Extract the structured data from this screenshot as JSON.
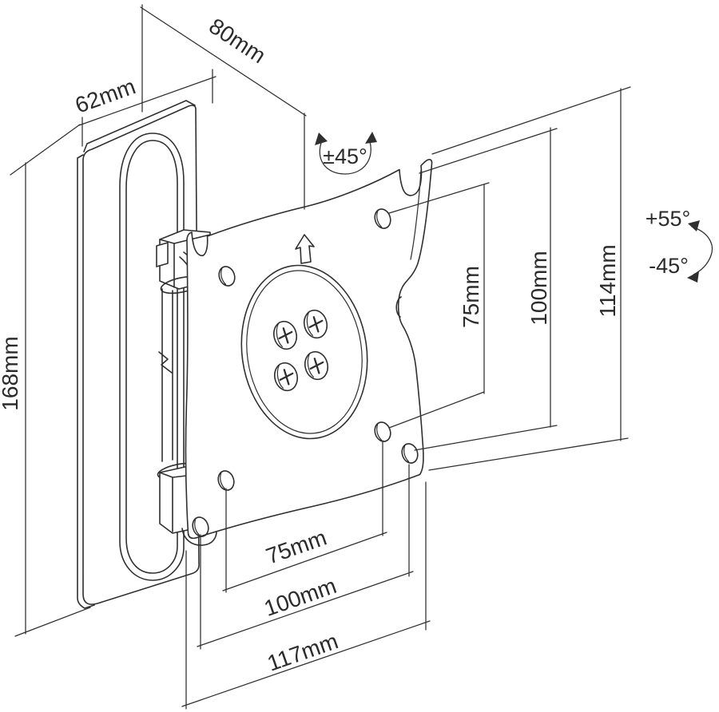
{
  "dims": {
    "top": [
      {
        "label": "80mm"
      },
      {
        "label": "62mm"
      }
    ],
    "left": [
      {
        "label": "168mm"
      }
    ],
    "right": [
      {
        "label": "75mm"
      },
      {
        "label": "100mm"
      },
      {
        "label": "114mm"
      }
    ],
    "bottom": [
      {
        "label": "75mm"
      },
      {
        "label": "100mm"
      },
      {
        "label": "117mm"
      }
    ],
    "angles": {
      "swivel": {
        "label": "±45°"
      },
      "tilt_up": {
        "label": "+55°"
      },
      "tilt_down": {
        "label": "-45°"
      }
    }
  },
  "colors": {
    "line": "#2f2f2f",
    "background": "#ffffff"
  }
}
